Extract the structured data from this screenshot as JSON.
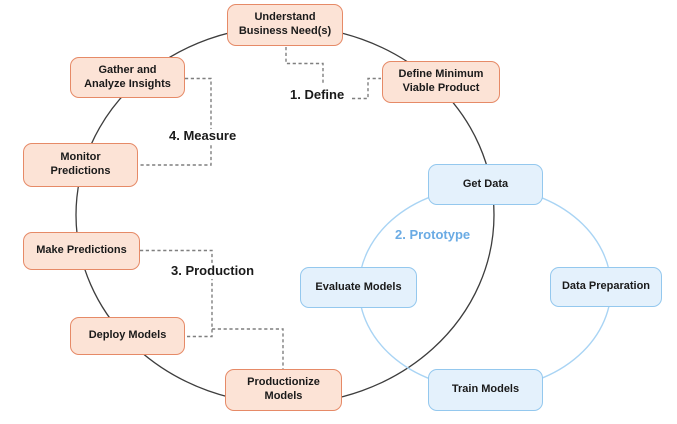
{
  "colors": {
    "canvas_bg": "#ffffff",
    "stage_fill": "#fce3d6",
    "stage_border": "#e68a67",
    "proto_fill": "#e4f1fc",
    "proto_border": "#94c8ee",
    "proto_circle": "#a9d4f4",
    "lifecycle_circle": "#3d3d3d",
    "connector": "#7f7f7f",
    "prototype_label": "#6aabe4",
    "text": "#1a1a1a"
  },
  "phases": {
    "define": {
      "label": "1. Define"
    },
    "prototype": {
      "label": "2. Prototype"
    },
    "production": {
      "label": "3. Production"
    },
    "measure": {
      "label": "4. Measure"
    }
  },
  "nodes": {
    "understand": {
      "label": "Understand\nBusiness Need(s)"
    },
    "define_mvp": {
      "label": "Define Minimum\nViable Product"
    },
    "gather": {
      "label": "Gather and\nAnalyze Insights"
    },
    "monitor": {
      "label": "Monitor\nPredictions"
    },
    "make_predictions": {
      "label": "Make Predictions"
    },
    "deploy": {
      "label": "Deploy Models"
    },
    "productionize": {
      "label": "Productionize\nModels"
    },
    "get_data": {
      "label": "Get Data"
    },
    "evaluate": {
      "label": "Evaluate Models"
    },
    "data_preparation": {
      "label": "Data Preparation"
    },
    "train": {
      "label": "Train Models"
    }
  }
}
